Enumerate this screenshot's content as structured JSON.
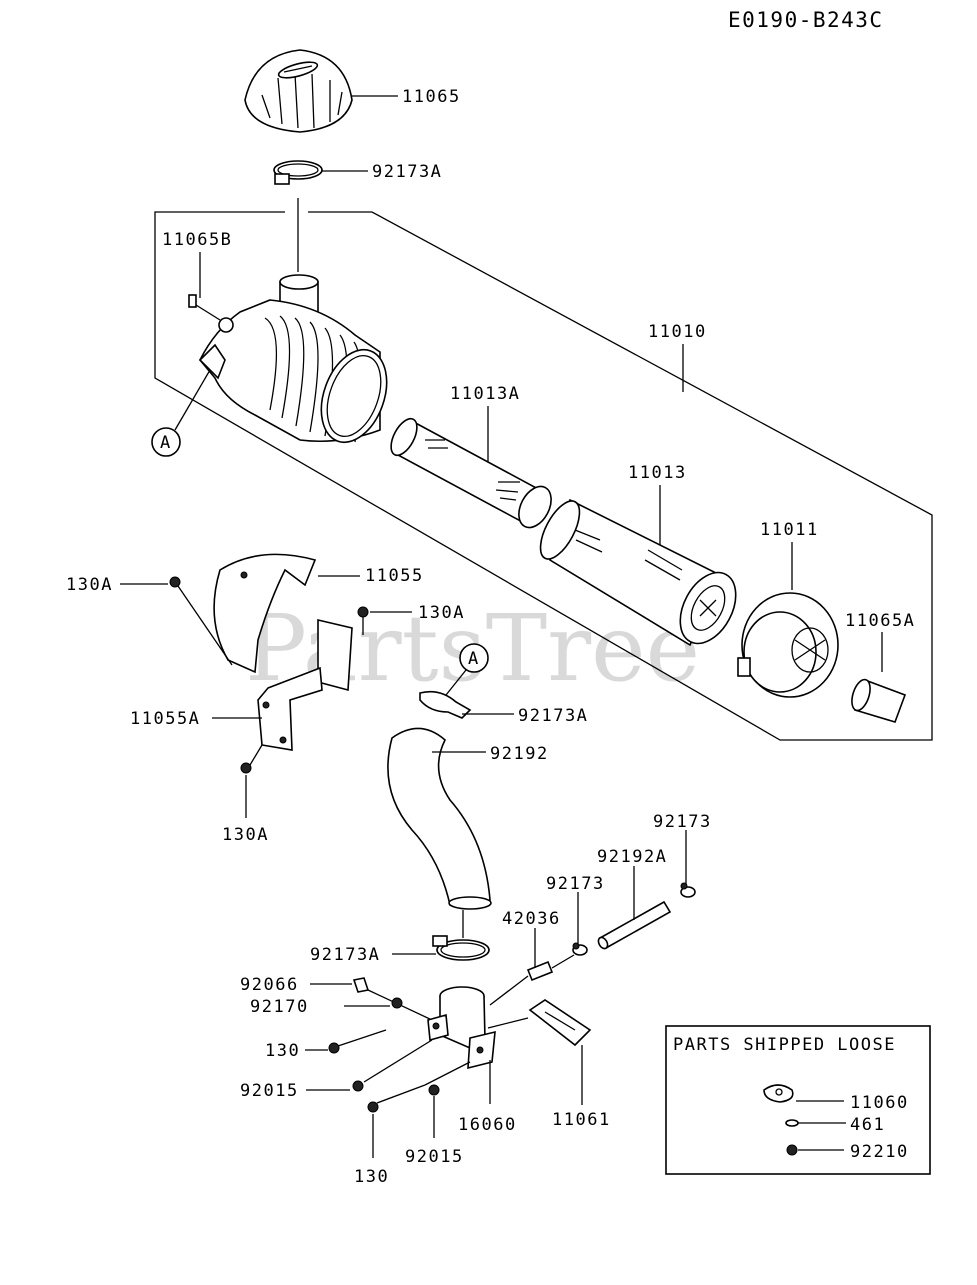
{
  "diagram_code": "E0190-B243C",
  "watermark": "PartsTree",
  "ref_marker": "A",
  "loose_box_title": "PARTS SHIPPED LOOSE",
  "labels": {
    "p11065": "11065",
    "p92173A_top": "92173A",
    "p11065B": "11065B",
    "p11010": "11010",
    "p11013A": "11013A",
    "p11013": "11013",
    "p11011": "11011",
    "p11065A": "11065A",
    "p130A_left": "130A",
    "p11055": "11055",
    "p130A_mid": "130A",
    "p11055A": "11055A",
    "p130A_bottom": "130A",
    "p92173A_mid": "92173A",
    "p92192": "92192",
    "p92173_right_top": "92173",
    "p92192A": "92192A",
    "p92173_mid": "92173",
    "p42036": "42036",
    "p92173A_low": "92173A",
    "p92066": "92066",
    "p92170": "92170",
    "p130_left": "130",
    "p92015_left": "92015",
    "p16060": "16060",
    "p11061": "11061",
    "p92015_bottom": "92015",
    "p130_bottom": "130",
    "p11060": "11060",
    "p461": "461",
    "p92210": "92210"
  }
}
